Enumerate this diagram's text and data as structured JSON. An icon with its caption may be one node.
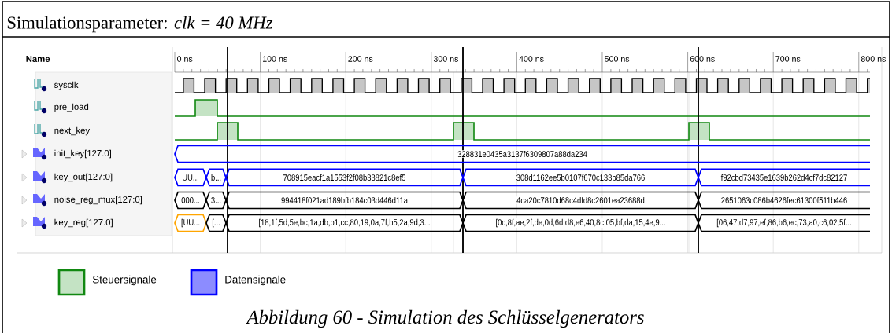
{
  "diagram": {
    "title": "Simulationsparameter: *clk = 40 MHz*",
    "caption": "Abbildung 60 - Simulation des Schlüsselgenerators",
    "labels": [
      "Name",
      "0 ns",
      "100 ns",
      "200 ns",
      "300 ns",
      "400 ns",
      "500 ns",
      "600 ns",
      "700 ns",
      "800 ns",
      "sysclk",
      "pre_load",
      "next_key",
      "init_key[127:0]",
      "328831e0435a3137f6309807a88da234",
      "key_out[127:0]",
      "UU...",
      "b...",
      "708915eacf1a1553f2f08b33821c8ef5",
      "308d1162ee5b0107f670c133b85da766",
      "f92cbd73435e1639b262d4cf7dc82127",
      "noise_reg_mux[127:0]",
      "000...",
      "3...",
      "994418f021ad189bfb184c03d446d11a",
      "4ca20c7810d68c4dfd8c2601ea23688d",
      "2651063c086b4626fec61300f511b446",
      "key_reg[127:0]",
      "[UU...",
      "[...",
      "[18,1f,5d,5e,bc,1a,db,b1,cc,80,19,0a,7f,b5,2a,9d,3...",
      "[0c,8f,ae,2f,de,0d,6d,d8,e6,40,8c,05,bf,da,15,4e,9...",
      "[06,47,d7,97,ef,86,b6,ec,73,a0,c6,02,5f..."
    ],
    "legend": [
      {
        "text": "Steuersignale",
        "color": "#c4e3c4"
      },
      {
        "text": "Datensignale",
        "color": "#8c8cff"
      }
    ]
  }
}
